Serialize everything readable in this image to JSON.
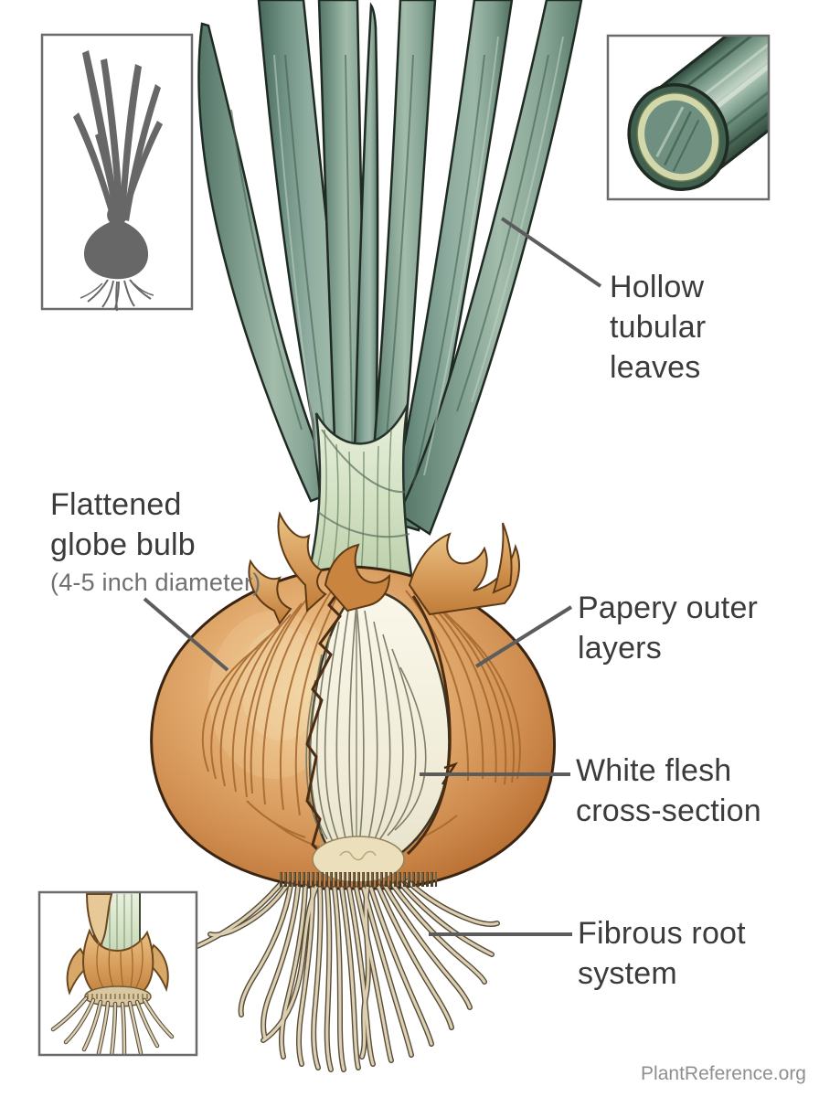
{
  "labels": {
    "hollow": {
      "line1": "Hollow",
      "line2": "tubular",
      "line3": "leaves"
    },
    "flattened": {
      "line1": "Flattened",
      "line2": "globe bulb",
      "note": "(4-5 inch diameter)"
    },
    "papery": {
      "line1": "Papery outer",
      "line2": "layers"
    },
    "white_flesh": {
      "line1": "White flesh",
      "line2": "cross-section"
    },
    "fibrous": {
      "line1": "Fibrous root",
      "line2": "system"
    }
  },
  "watermark": "PlantReference.org",
  "illustrations": {
    "main": "onion-plant-with-bulb-cross-section",
    "inset_top_left": "onion-plant-silhouette",
    "inset_top_right": "hollow-leaf-tube-cross-section",
    "inset_bottom_left": "bulb-base-roots-closeup"
  },
  "colors": {
    "background": "#ffffff",
    "leaf_green": "#7d9e92",
    "leaf_dark": "#4f6e60",
    "leaf_highlight": "#c2d4c6",
    "sheath_green": "#d5e2c6",
    "skin_copper": "#d2905a",
    "skin_shadow": "#a4662c",
    "skin_highlight": "#f0d3a6",
    "flesh_white": "#f2efdf",
    "flesh_line": "#73735c",
    "basal_plate": "#ece0bc",
    "root_tan": "#d9cdb0",
    "root_outline": "#584e3c",
    "outline_dark": "#3a2512",
    "label_text": "#3b3b3b",
    "label_note": "#707070",
    "leader_line": "#5c5c5c",
    "inset_border": "#6b6b6b",
    "silhouette_gray": "#676767",
    "watermark_gray": "#8f8f8f"
  }
}
